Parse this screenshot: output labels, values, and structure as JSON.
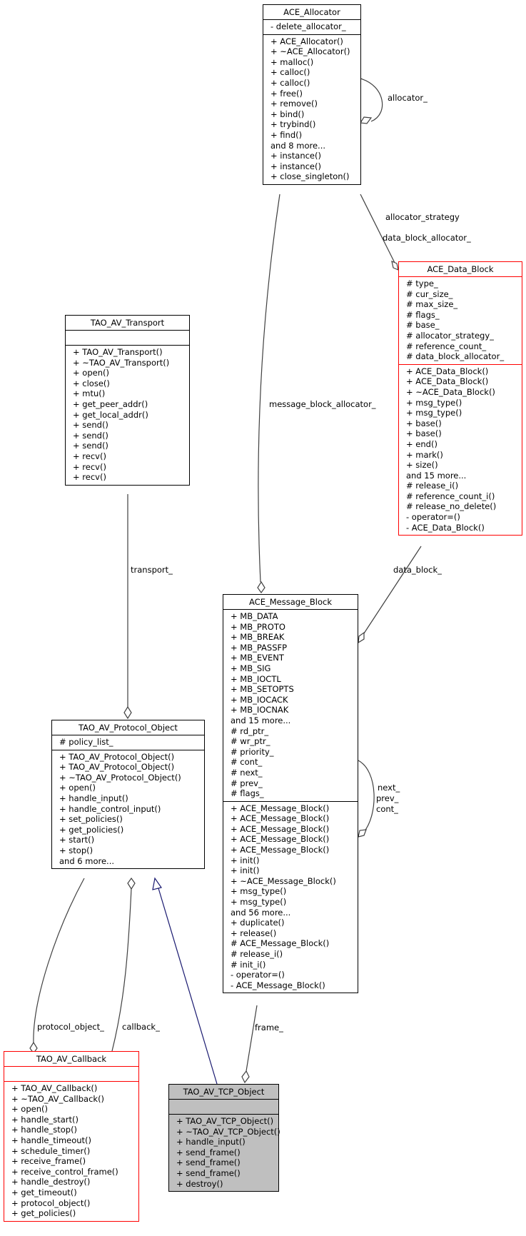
{
  "diagram": {
    "classes": {
      "ace_allocator": {
        "name": "ACE_Allocator",
        "attributes": [
          "- delete_allocator_"
        ],
        "operations": [
          "+ ACE_Allocator()",
          "+ ~ACE_Allocator()",
          "+ malloc()",
          "+ calloc()",
          "+ calloc()",
          "+ free()",
          "+ remove()",
          "+ bind()",
          "+ trybind()",
          "+ find()",
          "and 8 more...",
          "+ instance()",
          "+ instance()",
          "+ close_singleton()"
        ]
      },
      "ace_data_block": {
        "name": "ACE_Data_Block",
        "attributes": [
          "# type_",
          "# cur_size_",
          "# max_size_",
          "# flags_",
          "# base_",
          "# allocator_strategy_",
          "# reference_count_",
          "# data_block_allocator_"
        ],
        "operations": [
          "+ ACE_Data_Block()",
          "+ ACE_Data_Block()",
          "+ ~ACE_Data_Block()",
          "+ msg_type()",
          "+ msg_type()",
          "+ base()",
          "+ base()",
          "+ end()",
          "+ mark()",
          "+ size()",
          "and 15 more...",
          "# release_i()",
          "# reference_count_i()",
          "# release_no_delete()",
          "- operator=()",
          "- ACE_Data_Block()"
        ]
      },
      "tao_av_transport": {
        "name": "TAO_AV_Transport",
        "attributes": [],
        "operations": [
          "+ TAO_AV_Transport()",
          "+ ~TAO_AV_Transport()",
          "+ open()",
          "+ close()",
          "+ mtu()",
          "+ get_peer_addr()",
          "+ get_local_addr()",
          "+ send()",
          "+ send()",
          "+ send()",
          "+ recv()",
          "+ recv()",
          "+ recv()"
        ]
      },
      "ace_message_block": {
        "name": "ACE_Message_Block",
        "attributes": [
          "+ MB_DATA",
          "+ MB_PROTO",
          "+ MB_BREAK",
          "+ MB_PASSFP",
          "+ MB_EVENT",
          "+ MB_SIG",
          "+ MB_IOCTL",
          "+ MB_SETOPTS",
          "+ MB_IOCACK",
          "+ MB_IOCNAK",
          "and 15 more...",
          "# rd_ptr_",
          "# wr_ptr_",
          "# priority_",
          "# cont_",
          "# next_",
          "# prev_",
          "# flags_"
        ],
        "operations": [
          "+ ACE_Message_Block()",
          "+ ACE_Message_Block()",
          "+ ACE_Message_Block()",
          "+ ACE_Message_Block()",
          "+ ACE_Message_Block()",
          "+ init()",
          "+ init()",
          "+ ~ACE_Message_Block()",
          "+ msg_type()",
          "+ msg_type()",
          "and 56 more...",
          "+ duplicate()",
          "+ release()",
          "# ACE_Message_Block()",
          "# release_i()",
          "# init_i()",
          "- operator=()",
          "- ACE_Message_Block()"
        ]
      },
      "tao_av_protocol_object": {
        "name": "TAO_AV_Protocol_Object",
        "attributes": [
          "# policy_list_"
        ],
        "operations": [
          "+ TAO_AV_Protocol_Object()",
          "+ TAO_AV_Protocol_Object()",
          "+ ~TAO_AV_Protocol_Object()",
          "+ open()",
          "+ handle_input()",
          "+ handle_control_input()",
          "+ set_policies()",
          "+ get_policies()",
          "+ start()",
          "+ stop()",
          "and 6 more..."
        ]
      },
      "tao_av_callback": {
        "name": "TAO_AV_Callback",
        "attributes": [],
        "operations": [
          "+ TAO_AV_Callback()",
          "+ ~TAO_AV_Callback()",
          "+ open()",
          "+ handle_start()",
          "+ handle_stop()",
          "+ handle_timeout()",
          "+ schedule_timer()",
          "+ receive_frame()",
          "+ receive_control_frame()",
          "+ handle_destroy()",
          "+ get_timeout()",
          "+ protocol_object()",
          "+ get_policies()"
        ]
      },
      "tao_av_tcp_object": {
        "name": "TAO_AV_TCP_Object",
        "attributes": [],
        "operations": [
          "+ TAO_AV_TCP_Object()",
          "+ ~TAO_AV_TCP_Object()",
          "+ handle_input()",
          "+ send_frame()",
          "+ send_frame()",
          "+ send_frame()",
          "+ destroy()"
        ]
      }
    },
    "edge_labels": {
      "allocator": "allocator_",
      "allocator_strategy": "allocator_strategy",
      "data_block_allocator": "data_block_allocator_",
      "message_block_allocator": "message_block_allocator_",
      "data_block": "data_block_",
      "transport": "transport_",
      "next": "next_",
      "prev": "prev_",
      "cont": "cont_",
      "protocol_object": "protocol_object_",
      "callback": "callback_",
      "frame": "frame_"
    },
    "colors": {
      "border_default": "#000000",
      "border_incomplete": "#ff0000",
      "focus_fill": "#bfbfbf",
      "edge_composition": "#404040",
      "edge_inheritance": "#191970"
    }
  }
}
